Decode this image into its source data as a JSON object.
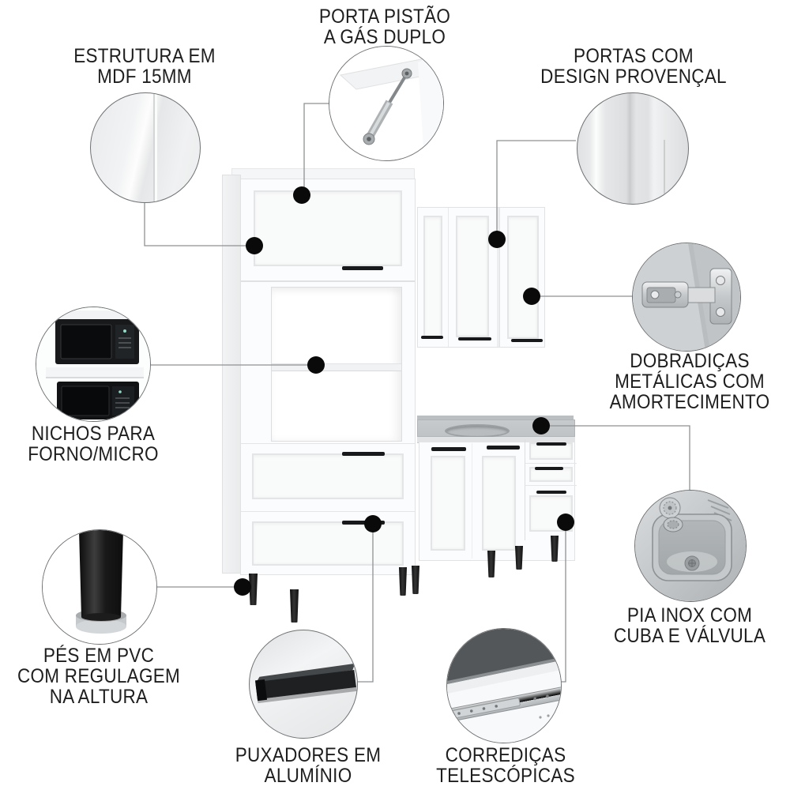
{
  "colors": {
    "bg": "#ffffff",
    "text": "#1e1e1e",
    "leader": "#8f9193",
    "dot": "#0a0a0a",
    "stroke": "#6f7274",
    "cabinet": "#fbfcfd",
    "cabinetBorder": "#e1e2e4",
    "side": "#e9ebec",
    "counter": "#c7cacc",
    "counterFront": "#e1e3e4",
    "handle": "#17191a",
    "metal": "#c4c7c9",
    "applianceDark": "#141618"
  },
  "product": {
    "kind": "modular-kitchen-cabinet-set",
    "finish": "white"
  },
  "callouts": [
    {
      "id": "estrutura-mdf",
      "icon": "mdf-panel-zoom-icon",
      "label_lines": [
        "ESTRUTURA EM",
        "MDF 15MM"
      ]
    },
    {
      "id": "porta-pistao",
      "icon": "gas-piston-zoom-icon",
      "label_lines": [
        "PORTA PISTÃO",
        "A GÁS DUPLO"
      ]
    },
    {
      "id": "portas-provencal",
      "icon": "provencal-doors-zoom-icon",
      "label_lines": [
        "PORTAS COM",
        "DESIGN PROVENÇAL"
      ]
    },
    {
      "id": "dobradicas",
      "icon": "metal-hinge-zoom-icon",
      "label_lines": [
        "DOBRADIÇAS",
        "METÁLICAS COM",
        "AMORTECIMENTO"
      ]
    },
    {
      "id": "nichos",
      "icon": "oven-microwave-niche-zoom-icon",
      "label_lines": [
        "NICHOS PARA",
        "FORNO/MICRO"
      ]
    },
    {
      "id": "pes-pvc",
      "icon": "pvc-foot-zoom-icon",
      "label_lines": [
        "PÉS EM PVC",
        "COM REGULAGEM",
        "NA ALTURA"
      ]
    },
    {
      "id": "puxadores",
      "icon": "aluminum-handle-zoom-icon",
      "label_lines": [
        "PUXADORES EM",
        "ALUMÍNIO"
      ]
    },
    {
      "id": "corredicas",
      "icon": "telescopic-slide-zoom-icon",
      "label_lines": [
        "CORREDIÇAS",
        "TELESCÓPICAS"
      ]
    },
    {
      "id": "pia-inox",
      "icon": "stainless-sink-zoom-icon",
      "label_lines": [
        "PIA INOX COM",
        "CUBA E VÁLVULA"
      ]
    }
  ]
}
